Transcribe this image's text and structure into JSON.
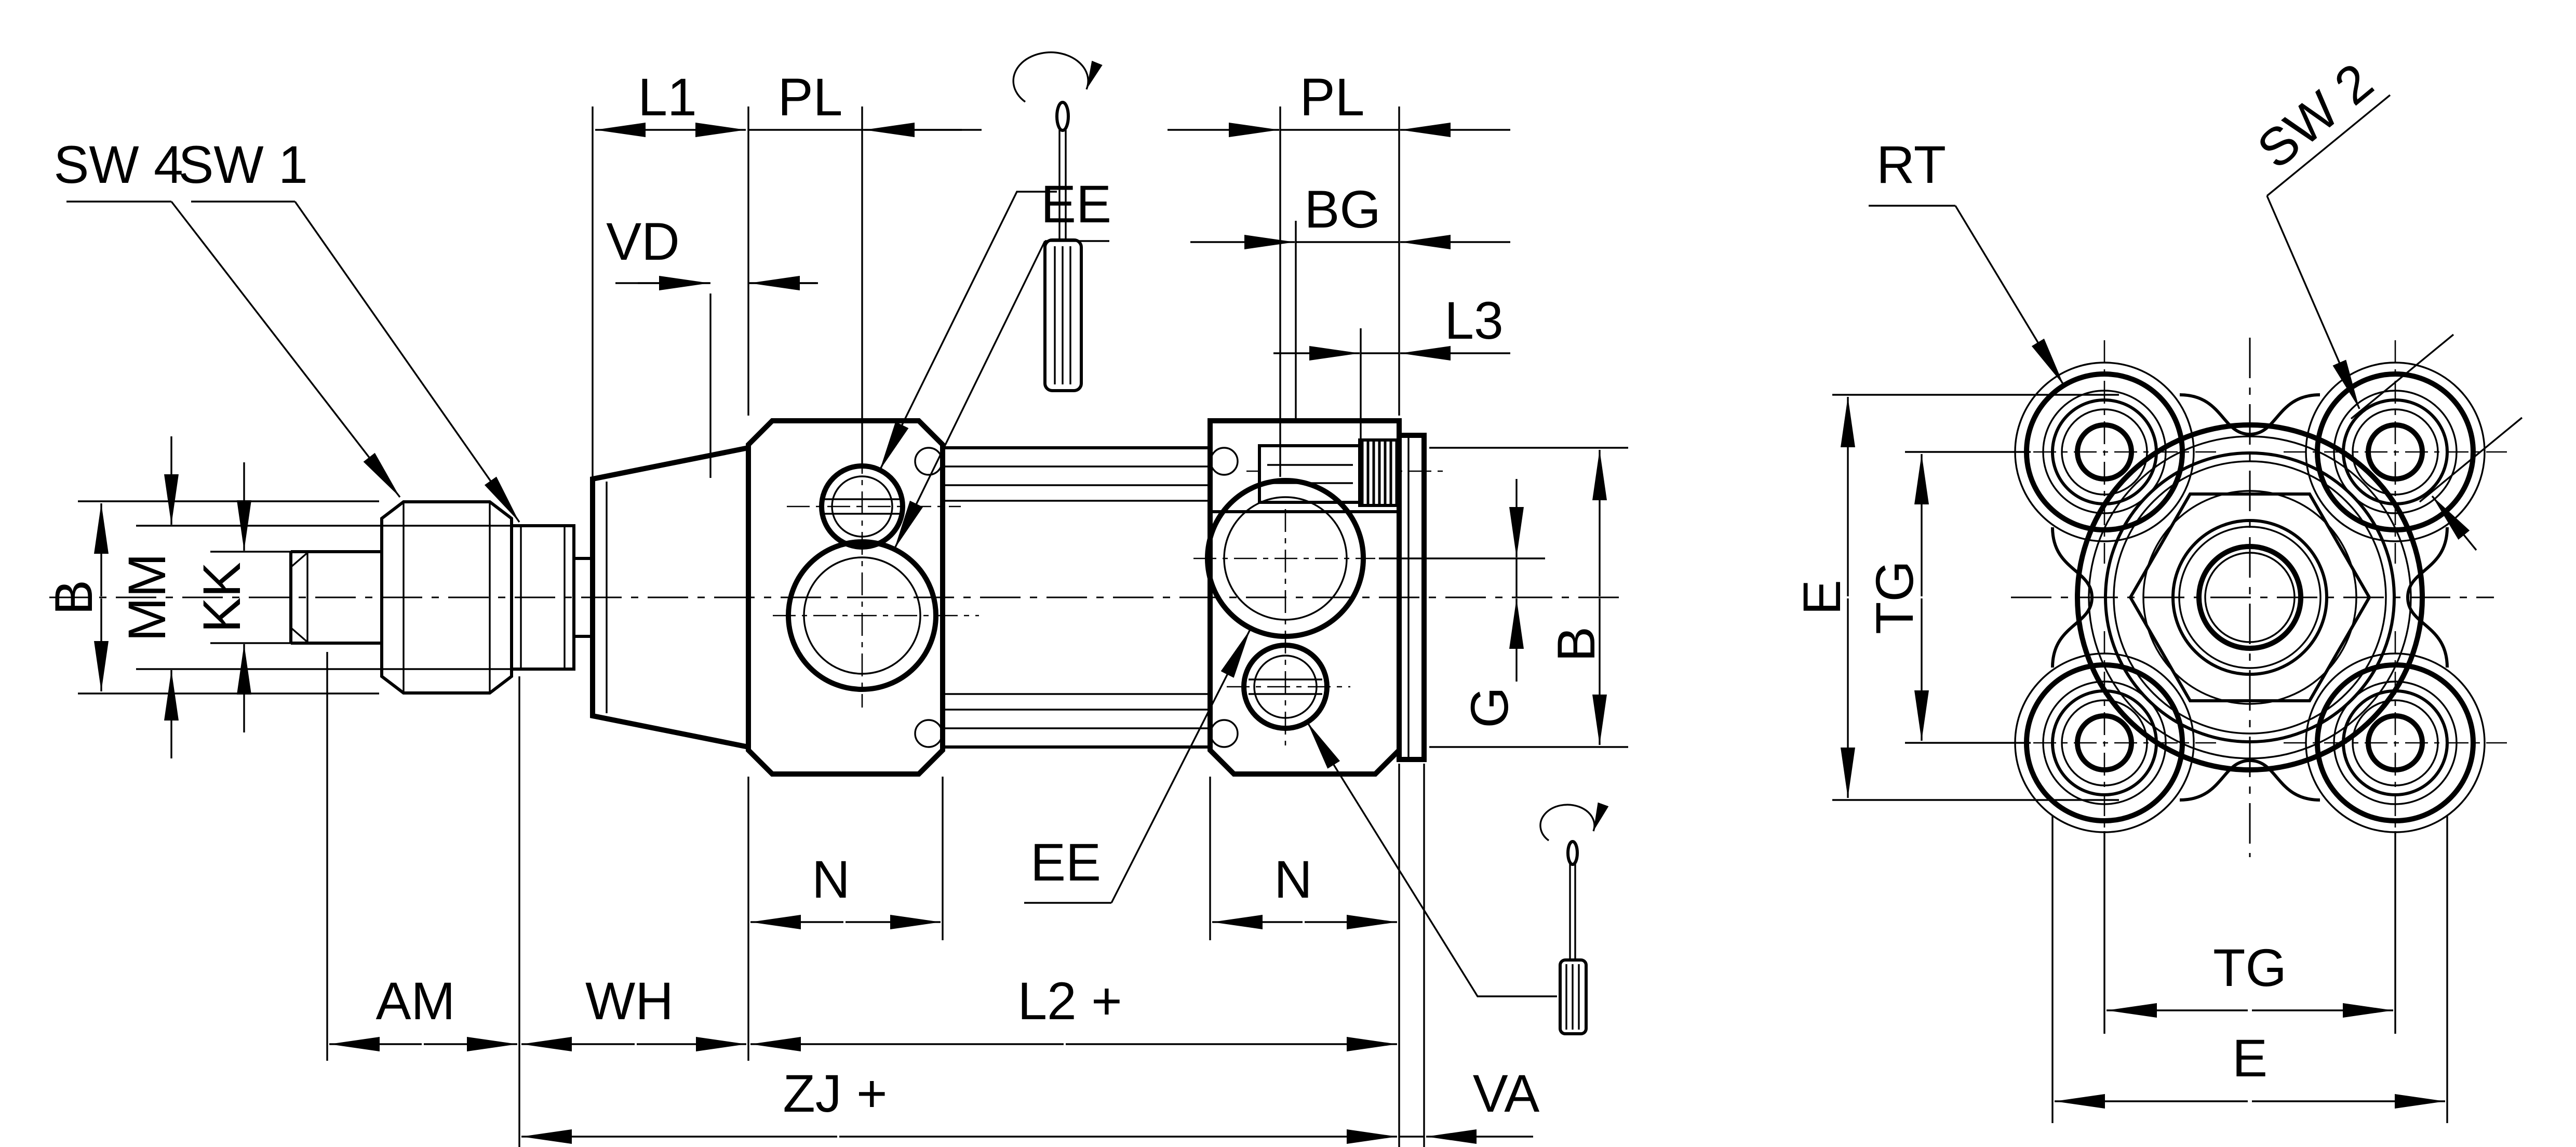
{
  "drawing": {
    "kind": "pneumatic-cylinder-dimensional-drawing",
    "views": [
      "side-section-view",
      "end-view"
    ]
  },
  "colors": {
    "line": "#000000",
    "background": "#ffffff"
  },
  "icons": [
    "screwdriver-icon",
    "rotation-arrow-icon"
  ],
  "labels": {
    "sw4": "SW 4",
    "sw1": "SW 1",
    "l1": "L1",
    "vd": "VD",
    "pl_left": "PL",
    "ee_top": "EE",
    "pl_right": "PL",
    "bg": "BG",
    "l3": "L3",
    "b_left": "B",
    "mm": "MM",
    "kk": "KK",
    "g": "G",
    "b_right": "B",
    "n_left": "N",
    "n_right": "N",
    "ee_bottom": "EE",
    "am": "AM",
    "wh": "WH",
    "l2": "L2 +",
    "zj": "ZJ +",
    "va": "VA",
    "rt": "RT",
    "sw2": "SW 2",
    "e_left": "E",
    "tg_left": "TG",
    "tg_bottom": "TG",
    "e_bottom": "E"
  }
}
